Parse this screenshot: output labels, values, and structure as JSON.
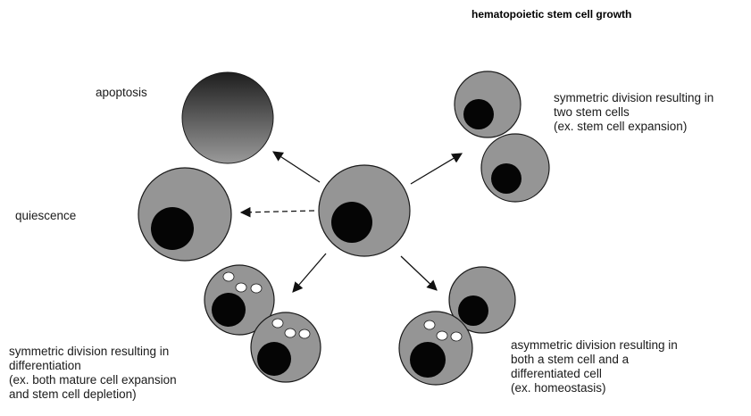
{
  "title": "hematopoietic stem cell growth",
  "labels": {
    "apoptosis": "apoptosis",
    "quiescence": "quiescence",
    "sym_stem": [
      "symmetric division resulting in",
      "two stem cells",
      "(ex. stem cell expansion)"
    ],
    "sym_diff": [
      "symmetric division resulting in",
      "differentiation",
      "(ex. both mature cell expansion",
      "and stem cell depletion)"
    ],
    "asym": [
      "asymmetric division resulting in",
      "both a stem cell and a",
      "differentiated cell",
      "(ex. homeostasis)"
    ]
  },
  "colors": {
    "cell_fill": "#959595",
    "nucleus": "#050505",
    "outline": "#1a1a1a",
    "apoptosis_light": "#9a9a9a",
    "apoptosis_dark": "#1e1e1e",
    "granule": "#ffffff"
  }
}
